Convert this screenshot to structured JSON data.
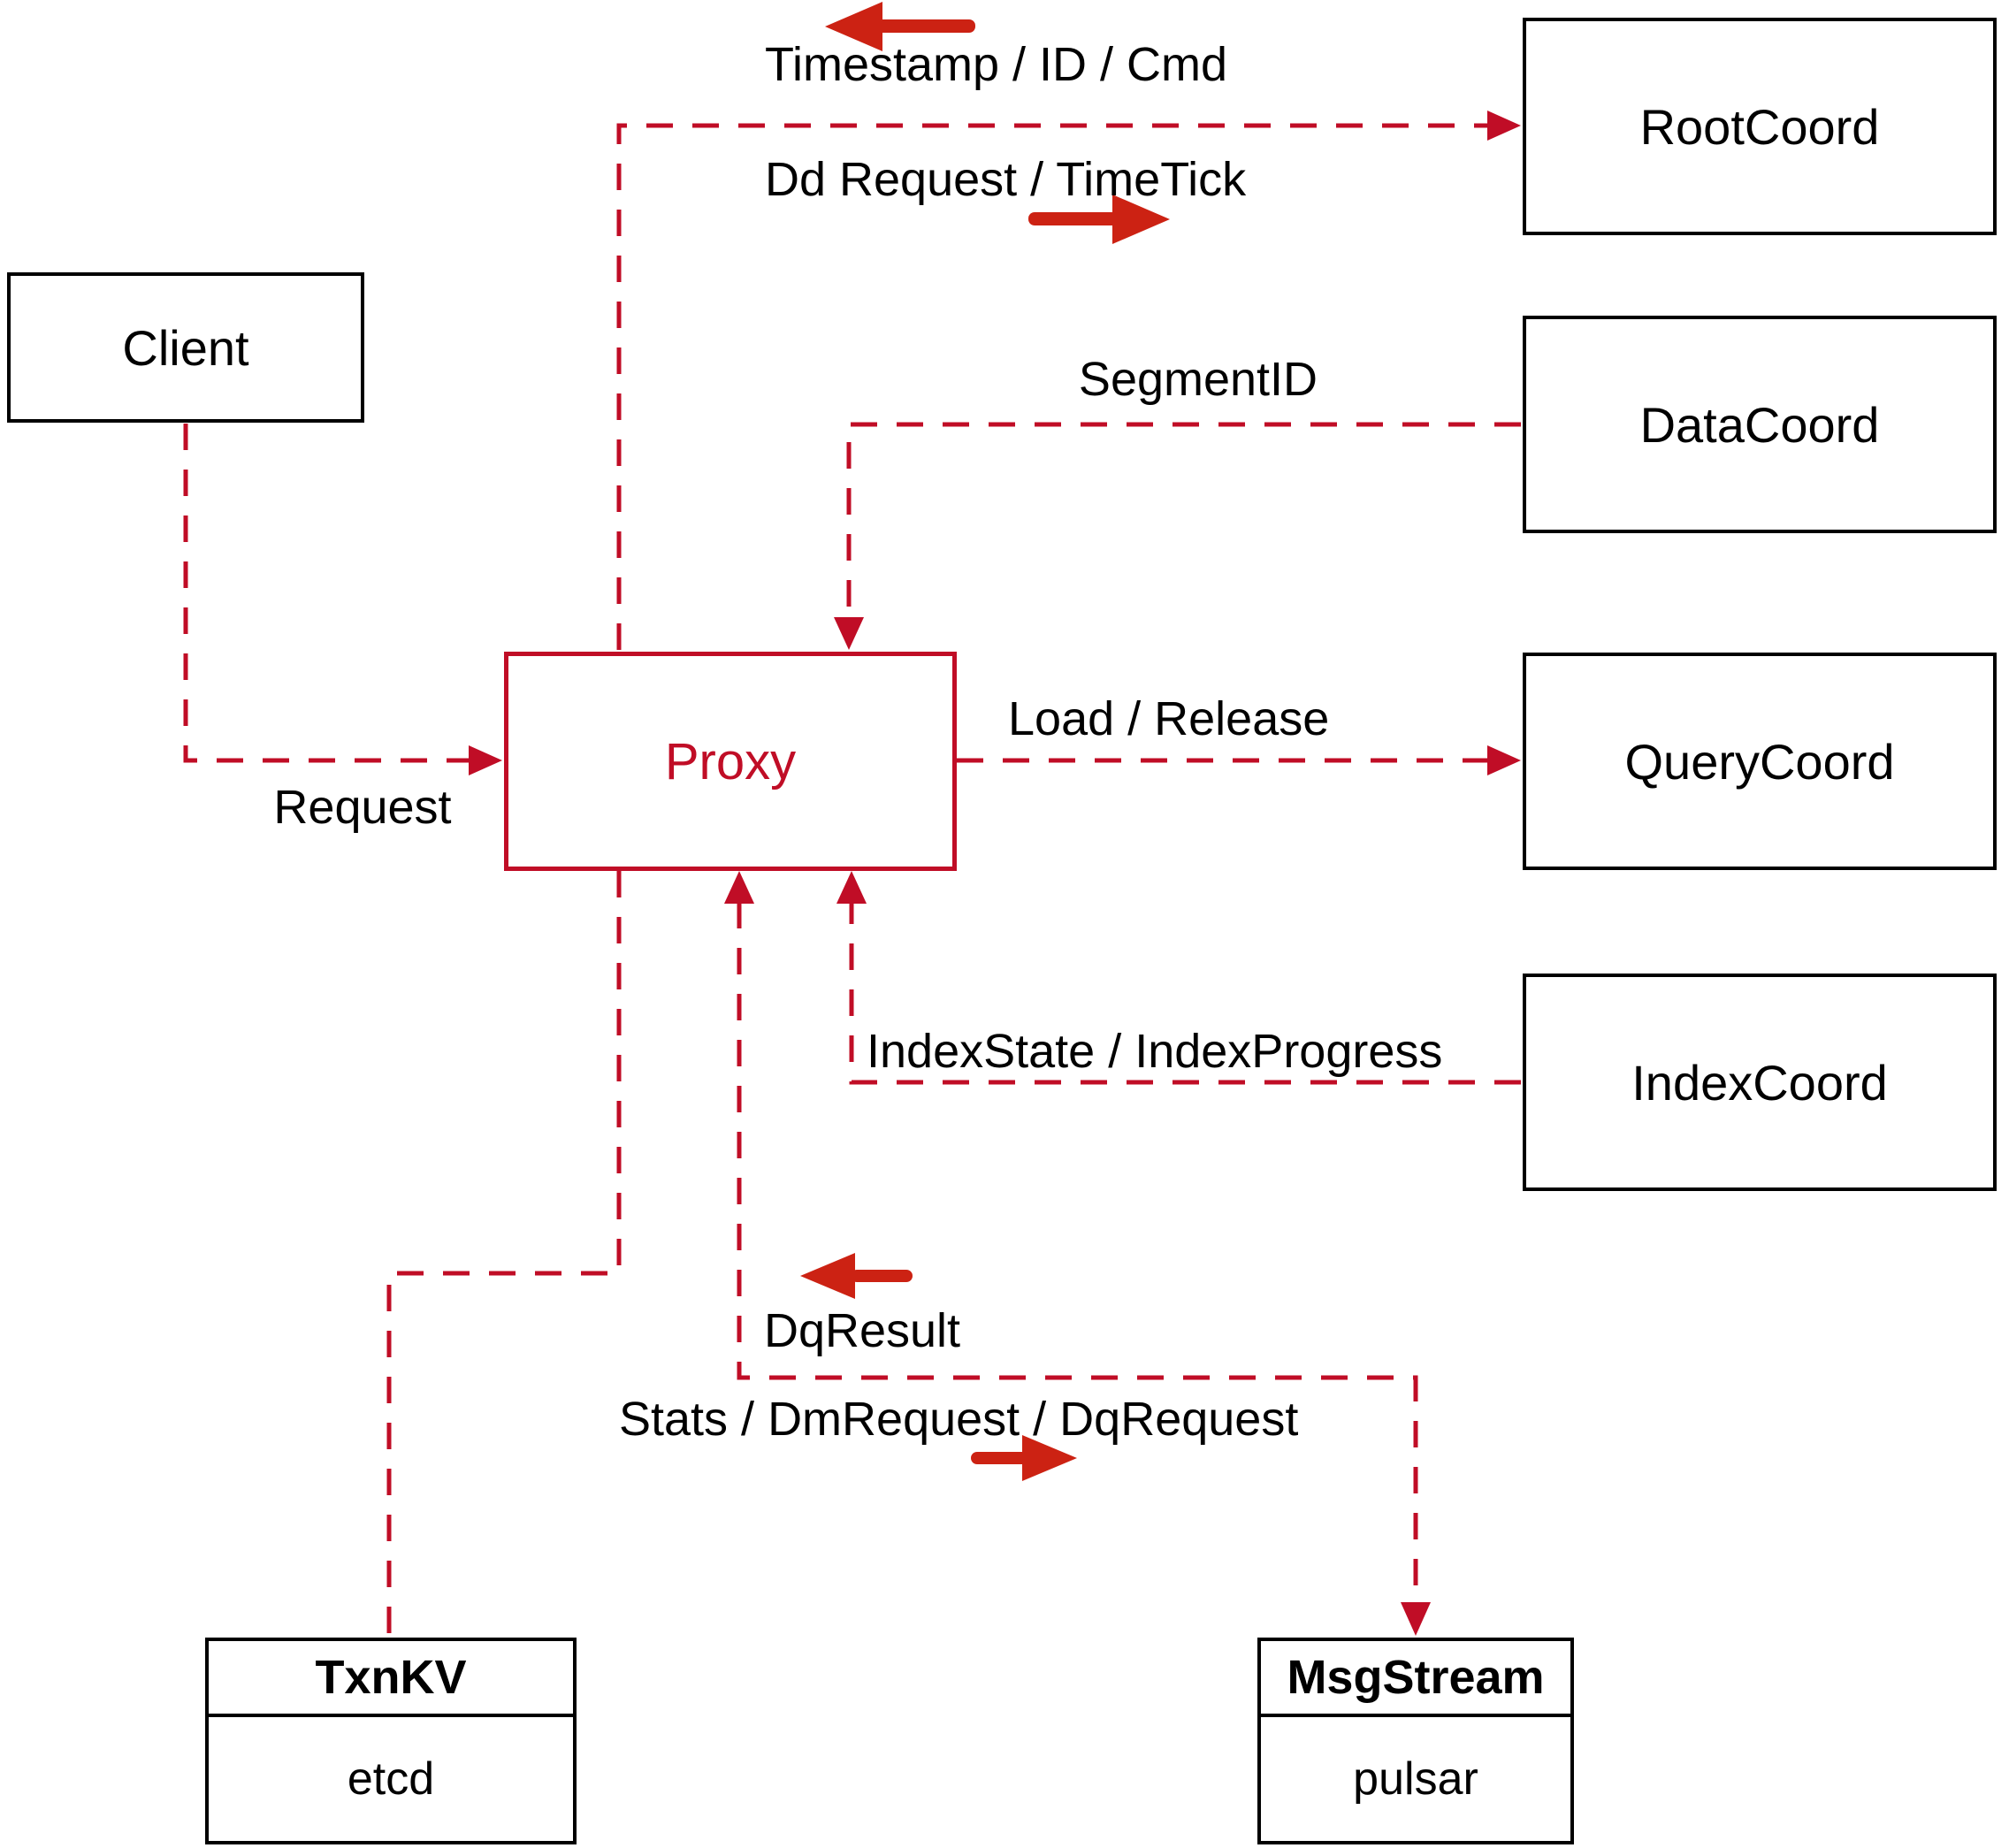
{
  "diagram": {
    "nodes": {
      "client": {
        "label": "Client"
      },
      "proxy": {
        "label": "Proxy"
      },
      "root_coord": {
        "label": "RootCoord"
      },
      "data_coord": {
        "label": "DataCoord"
      },
      "query_coord": {
        "label": "QueryCoord"
      },
      "index_coord": {
        "label": "IndexCoord"
      },
      "txn_kv": {
        "title": "TxnKV",
        "impl": "etcd"
      },
      "msg_stream": {
        "title": "MsgStream",
        "impl": "pulsar"
      }
    },
    "edge_labels": {
      "timestamp_id_cmd": "Timestamp / ID / Cmd",
      "dd_request_timetick": "Dd Request / TimeTick",
      "segment_id": "SegmentID",
      "request": "Request",
      "load_release": "Load / Release",
      "index_state_progress": "IndexState / IndexProgress",
      "dq_result": "DqResult",
      "stats_dm_dq_request": "Stats / DmRequest / DqRequest"
    },
    "colors": {
      "line_red": "#c00d26",
      "arrow_red": "#cc2213",
      "box_border": "#000000",
      "text": "#000000"
    }
  }
}
